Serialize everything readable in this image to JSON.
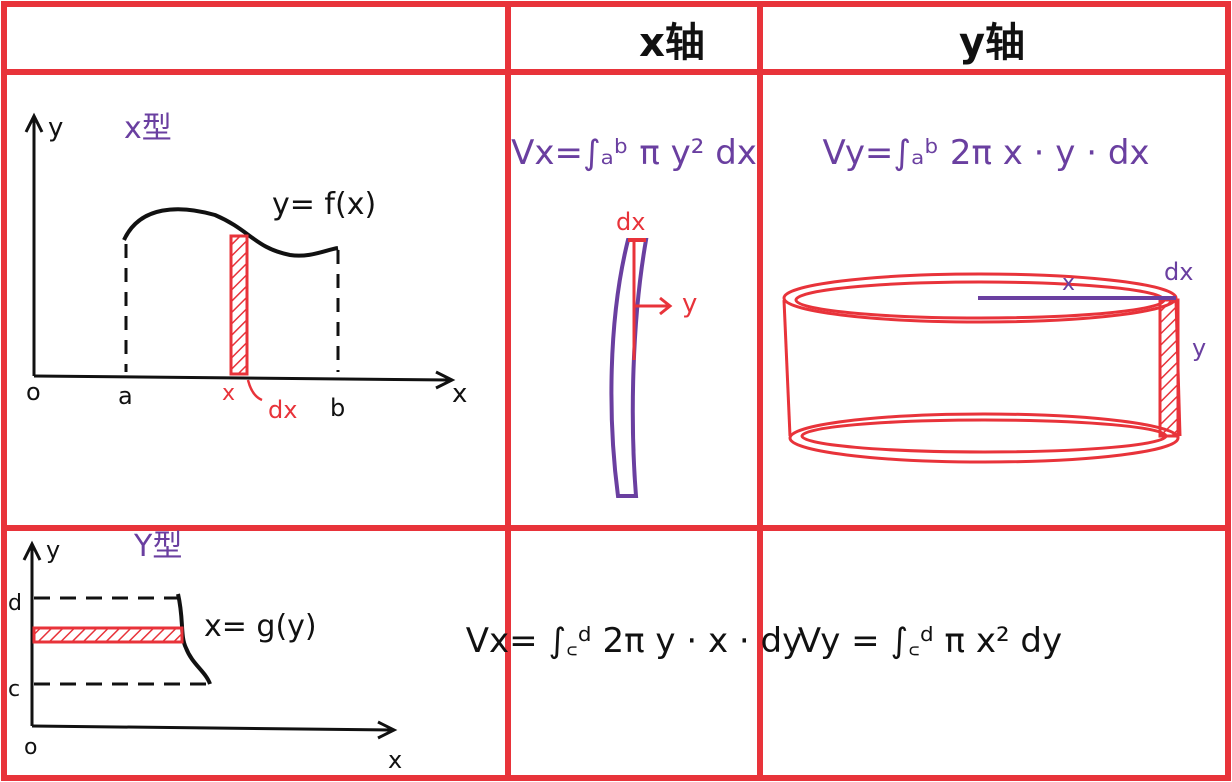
{
  "colors": {
    "grid": "#e8333a",
    "ink": "#111111",
    "purple": "#6a3fa0",
    "red": "#e8333a"
  },
  "header": {
    "x_axis": "x轴",
    "y_axis": "y轴"
  },
  "row1": {
    "type_label": "x型",
    "curve_label": "y= f(x)",
    "axis_y": "y",
    "axis_x": "x",
    "origin": "o",
    "tick_a": "a",
    "tick_b": "b",
    "strip_x": "x",
    "strip_dx": "dx",
    "vx_formula": "Vx=∫ₐᵇ π y² dx",
    "vy_formula": "Vy=∫ₐᵇ 2π x · y · dx",
    "disk_dx": "dx",
    "disk_y": "y",
    "shell_x": "x",
    "shell_dx": "dx",
    "shell_y": "y"
  },
  "row2": {
    "type_label": "Y型",
    "curve_label": "x= g(y)",
    "axis_y": "y",
    "axis_x": "x",
    "origin": "o",
    "tick_d": "d",
    "tick_c": "c",
    "vx_formula": "Vx= ∫꜀ᵈ 2π y · x · dy",
    "vy_formula": "Vy = ∫꜀ᵈ π x² dy"
  }
}
